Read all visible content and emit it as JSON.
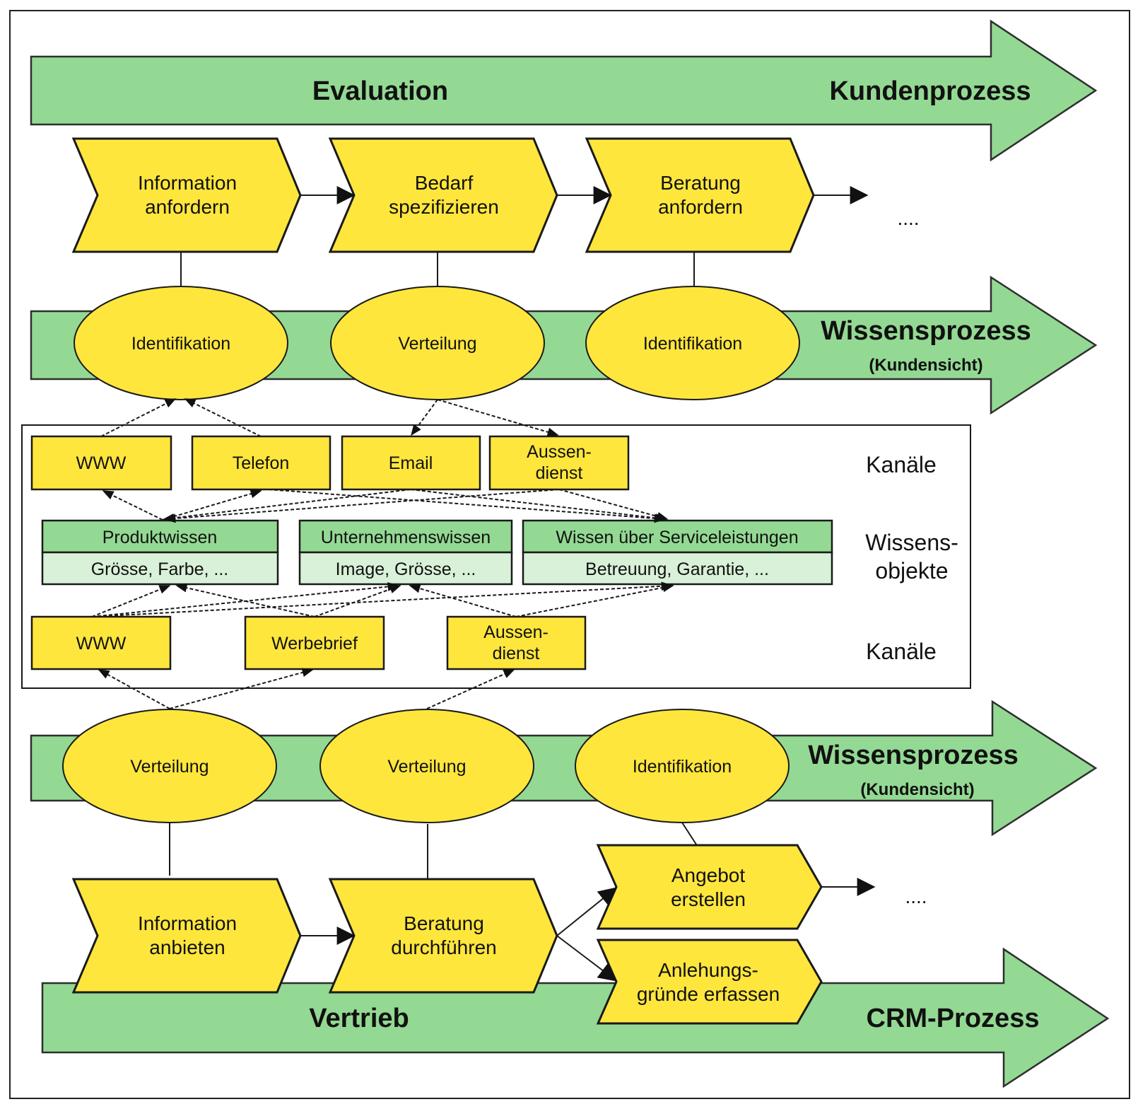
{
  "colors": {
    "band_green": "#93d993",
    "step_yellow": "#ffe63d",
    "knowledge_head_green": "#93d993",
    "knowledge_body_green": "#d8f1d8",
    "outline": "#1a1a1a"
  },
  "customer_process": {
    "phase_label": "Evaluation",
    "process_label": "Kundenprozess",
    "steps": [
      {
        "line1": "Information",
        "line2": "anfordern"
      },
      {
        "line1": "Bedarf",
        "line2": "spezifizieren"
      },
      {
        "line1": "Beratung",
        "line2": "anfordern"
      }
    ],
    "continuation": "...."
  },
  "knowledge_process_customer": {
    "label": "Wissensprozess",
    "sublabel": "(Kundensicht)",
    "activities": [
      "Identifikation",
      "Verteilung",
      "Identifikation"
    ]
  },
  "channels_top": {
    "side_label": "Kanäle",
    "items": [
      {
        "line1": "WWW",
        "line2": ""
      },
      {
        "line1": "Telefon",
        "line2": ""
      },
      {
        "line1": "Email",
        "line2": ""
      },
      {
        "line1": "Aussen-",
        "line2": "dienst"
      }
    ]
  },
  "knowledge_objects": {
    "side_label_line1": "Wissens-",
    "side_label_line2": "objekte",
    "items": [
      {
        "title": "Produktwissen",
        "examples": "Grösse, Farbe, ..."
      },
      {
        "title": "Unternehmenswissen",
        "examples": "Image, Grösse, ..."
      },
      {
        "title": "Wissen über Serviceleistungen",
        "examples": "Betreuung, Garantie, ..."
      }
    ]
  },
  "channels_bottom": {
    "side_label": "Kanäle",
    "items": [
      {
        "line1": "WWW",
        "line2": ""
      },
      {
        "line1": "Werbebrief",
        "line2": ""
      },
      {
        "line1": "Aussen-",
        "line2": "dienst"
      }
    ]
  },
  "knowledge_process_company": {
    "label": "Wissensprozess",
    "sublabel": "(Kundensicht)",
    "activities": [
      "Verteilung",
      "Verteilung",
      "Identifikation"
    ]
  },
  "crm_process": {
    "phase_label": "Vertrieb",
    "process_label": "CRM-Prozess",
    "steps": [
      {
        "line1": "Information",
        "line2": "anbieten"
      },
      {
        "line1": "Beratung",
        "line2": "durchführen"
      },
      {
        "line1": "Angebot",
        "line2": "erstellen"
      },
      {
        "line1": "Anlehungs-",
        "line2": "gründe erfassen"
      }
    ],
    "continuation": "...."
  }
}
